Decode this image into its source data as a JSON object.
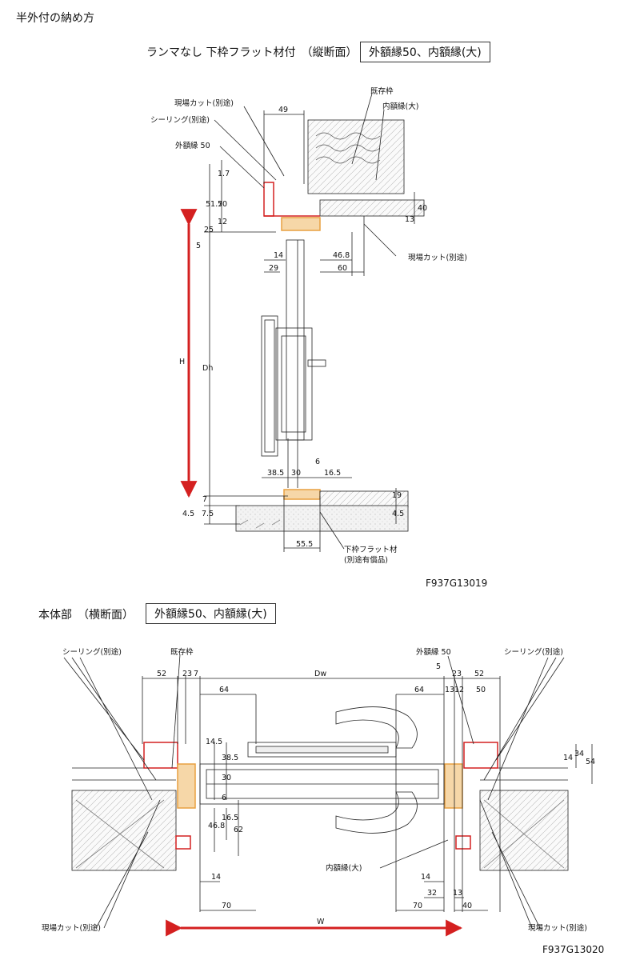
{
  "page_title": "半外付の納め方",
  "vertical": {
    "title": "ランマなし 下枠フラット材付　（縦断面）",
    "boxed": "外額縁50、内額縁(大)",
    "labels": {
      "kisonwaku": "既存枠",
      "uchigakubuchi": "内額縁(大)",
      "genba_cut_top": "現場カット(別途)",
      "sealing": "シーリング(別途)",
      "sotogakubuchi": "外額縁 50",
      "genba_cut_right": "現場カット(別途)",
      "shitawaku_flat": "下枠フラット材",
      "shitawaku_flat_note": "(別途有償品)",
      "H": "H",
      "Dh": "Dh"
    },
    "dims": {
      "d49": "49",
      "d1_7": "1.7",
      "d51_7": "51.7",
      "d50": "50",
      "d12": "12",
      "d25": "25",
      "d5": "5",
      "d14": "14",
      "d29": "29",
      "d46_8": "46.8",
      "d60": "60",
      "d13": "13",
      "d40": "40",
      "d38_5": "38.5",
      "d30": "30",
      "d6": "6",
      "d16_5": "16.5",
      "d19": "19",
      "d7": "7",
      "d4_5a": "4.5",
      "d7_5": "7.5",
      "d4_5b": "4.5",
      "d55_5": "55.5"
    },
    "code": "F937G13019"
  },
  "horizontal": {
    "title": "本体部　（横断面）",
    "boxed": "外額縁50、内額縁(大)",
    "labels": {
      "sealing_left": "シーリング(別途)",
      "kisonwaku": "既存枠",
      "sotogakubuchi": "外額縁 50",
      "sealing_right": "シーリング(別途)",
      "uchigakubuchi": "内額縁(大)",
      "genba_cut_left": "現場カット(別途)",
      "genba_cut_right": "現場カット(別途)",
      "Dw": "Dw",
      "W": "W"
    },
    "dims": {
      "l52": "52",
      "l23": "23",
      "l7": "7",
      "l64": "64",
      "r64": "64",
      "r5": "5",
      "r13": "13",
      "r12": "12",
      "r23": "23",
      "r52": "52",
      "r50": "50",
      "v14_5": "14.5",
      "v38_5": "38.5",
      "v30": "30",
      "v6": "6",
      "v16_5": "16.5",
      "v46_8": "46.8",
      "v62": "62",
      "r14v": "14",
      "r34": "34",
      "r54": "54",
      "b14l": "14",
      "b70l": "70",
      "b14r": "14",
      "b32": "32",
      "b13": "13",
      "b70r": "70",
      "b40": "40"
    },
    "code": "F937G13020"
  },
  "colors": {
    "frame": "#e8a040",
    "red": "#d42020",
    "arrow": "#d42020",
    "line": "#222"
  }
}
